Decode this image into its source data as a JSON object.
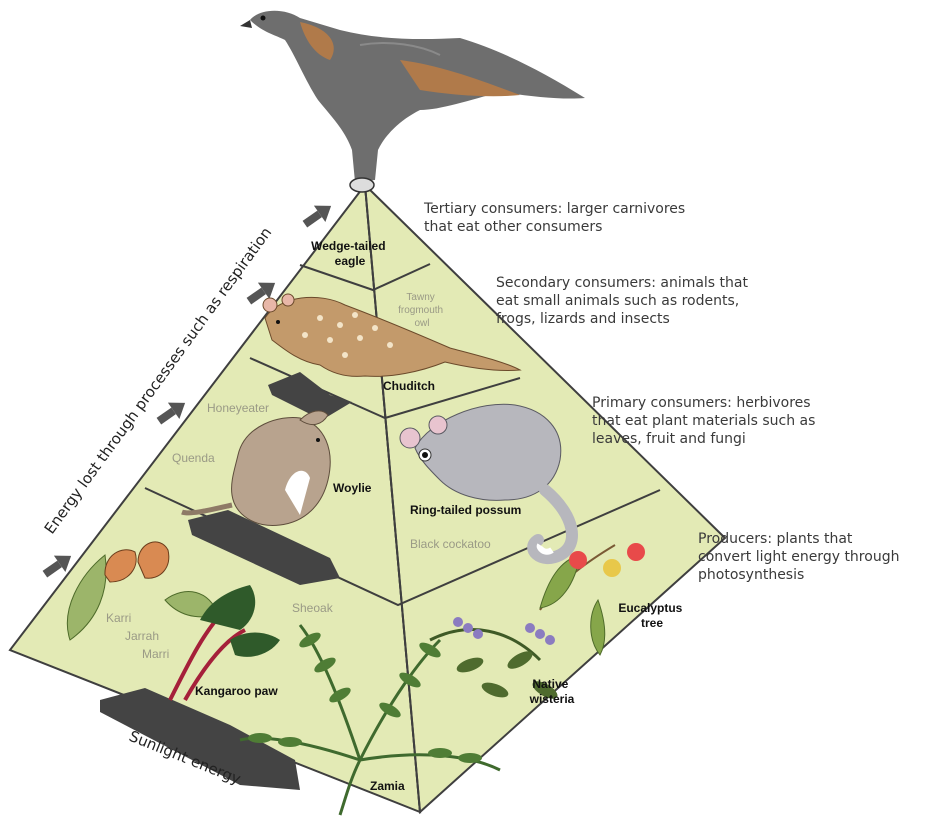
{
  "levels": {
    "tertiary": {
      "caption": [
        "Tertiary consumers: larger carnivores",
        "that eat other consumers"
      ]
    },
    "secondary": {
      "caption": [
        "Secondary consumers: animals that",
        "eat small animals such as rodents,",
        "frogs, lizards and insects"
      ]
    },
    "primary": {
      "caption": [
        "Primary consumers: herbivores",
        "that eat plant materials such as",
        "leaves, fruit and fungi"
      ]
    },
    "producers": {
      "caption": [
        "Producers: plants that",
        "convert light energy through",
        "photosynthesis"
      ]
    }
  },
  "labels": {
    "wedge_tailed_eagle": [
      "Wedge-tailed",
      "eagle"
    ],
    "tawny_frogmouth": [
      "Tawny",
      "frogmouth",
      "owl"
    ],
    "chuditch": "Chuditch",
    "honeyeater": "Honeyeater",
    "quenda": "Quenda",
    "woylie": "Woylie",
    "ring_tailed_possum": "Ring-tailed possum",
    "black_cockatoo": "Black cockatoo",
    "karri": "Karri",
    "jarrah": "Jarrah",
    "marri": "Marri",
    "kangaroo_paw": "Kangaroo paw",
    "sheoak": "Sheoak",
    "zamia": "Zamia",
    "native_wisteria": [
      "Native",
      "wisteria"
    ],
    "eucalyptus_tree": [
      "Eucalyptus",
      "tree"
    ]
  },
  "side_labels": {
    "energy_lost": "Energy lost through processes such as respiration",
    "sunlight": "Sunlight energy"
  },
  "colors": {
    "pyramid_fill": "#e3eab5",
    "pyramid_line": "#3f3f3f",
    "arrow": "#555555",
    "eagle": "#6e6e6e",
    "eagle_accent": "#b07a4a",
    "chuditch": "#c39a6b",
    "quenda": "#b8a38e",
    "possum": "#b7b7bd",
    "kangaroo_paw": "#a5203a",
    "zamia": "#3f6a2e",
    "wisteria_flower": "#8b7cc0",
    "eucalyptus_leaf": "#86a64a",
    "gum_flower": "#e84a4a"
  }
}
